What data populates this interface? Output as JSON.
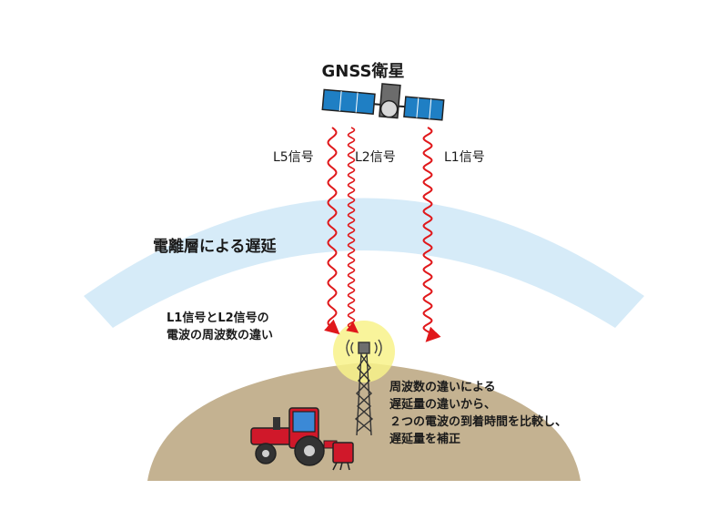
{
  "satellite": {
    "label": "GNSS衛星",
    "icon": "satellite-icon",
    "panel_color": "#1f7fc4"
  },
  "signals": [
    {
      "label": "L5信号",
      "color": "#e0181b"
    },
    {
      "label": "L2信号",
      "color": "#e0181b"
    },
    {
      "label": "L1信号",
      "color": "#e0181b"
    }
  ],
  "ionosphere": {
    "label": "電離層による遅延",
    "color": "#d6ebf8"
  },
  "frequency_difference": {
    "lines": [
      "L1信号とL2信号の",
      "電波の周波数の違い"
    ]
  },
  "correction_note": {
    "lines": [
      "周波数の違いによる",
      "遅延量の違いから、",
      "２つの電波の到着時間を比較し、",
      "遅延量を補正"
    ]
  },
  "ground": {
    "color": "#c4b291",
    "icon": "earth-ground-icon"
  },
  "base_station": {
    "icon": "antenna-tower-icon",
    "glow_color": "#f8f28a"
  },
  "tractor": {
    "icon": "tractor-icon",
    "color": "#d0182a"
  }
}
